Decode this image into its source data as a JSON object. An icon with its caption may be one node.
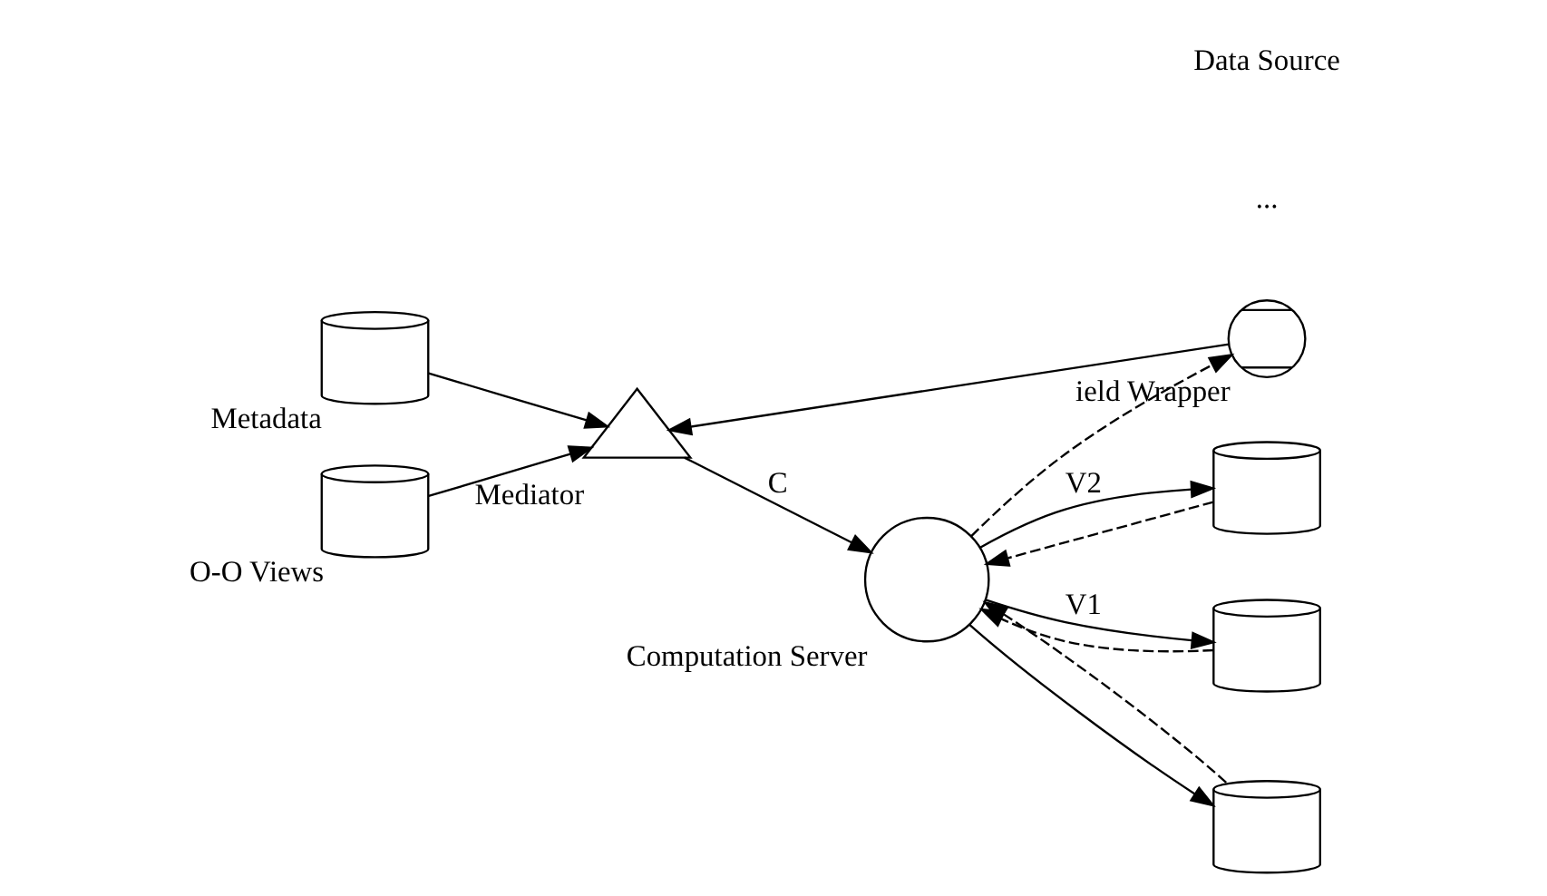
{
  "diagram": {
    "nodes": [
      {
        "text": [],
        "shape": "cylinder",
        "beside": [
          "Metadata"
        ]
      },
      {
        "text": [],
        "shape": "cylinder",
        "beside": [
          "O-O Views"
        ]
      },
      {
        "text": [],
        "shape": "triangle",
        "beside": [
          "Mediator"
        ]
      },
      {
        "text": [],
        "shape": "circle",
        "beside": [
          "Computation Server"
        ]
      },
      {
        "text": [],
        "shape": "person",
        "beside": [
          "ield Wrapper"
        ]
      },
      {
        "text": [],
        "shape": "cylinder"
      },
      {
        "text": [],
        "shape": "cylinder"
      },
      {
        "text": [],
        "shape": "cylinder"
      }
    ],
    "edges": [
      {
        "from": 0,
        "to": 2,
        "arrow": "to"
      },
      {
        "from": 1,
        "to": 2,
        "arrow": "to"
      },
      {
        "from": 4,
        "to": 2,
        "arrow": "to"
      },
      {
        "from": 2,
        "to": 3,
        "arrow": "to",
        "label": "C"
      },
      {
        "from": 3,
        "to": 4,
        "arrow": "to",
        "style": "dashed"
      },
      {
        "from": 5,
        "to": 3,
        "arrow": "to",
        "style": "dashed"
      },
      {
        "from": 3,
        "to": 5,
        "arrow": "to",
        "label": "V2"
      },
      {
        "from": 3,
        "to": 6,
        "arrow": "to",
        "label": "V1"
      },
      {
        "from": 6,
        "to": 3,
        "arrow": "to",
        "style": "dashed"
      },
      {
        "from": 7,
        "to": 3,
        "arrow": "to",
        "style": "dashed"
      },
      {
        "from": 3,
        "to": 7,
        "arrow": "to"
      }
    ],
    "labels": [
      "...",
      "Data Source"
    ]
  }
}
